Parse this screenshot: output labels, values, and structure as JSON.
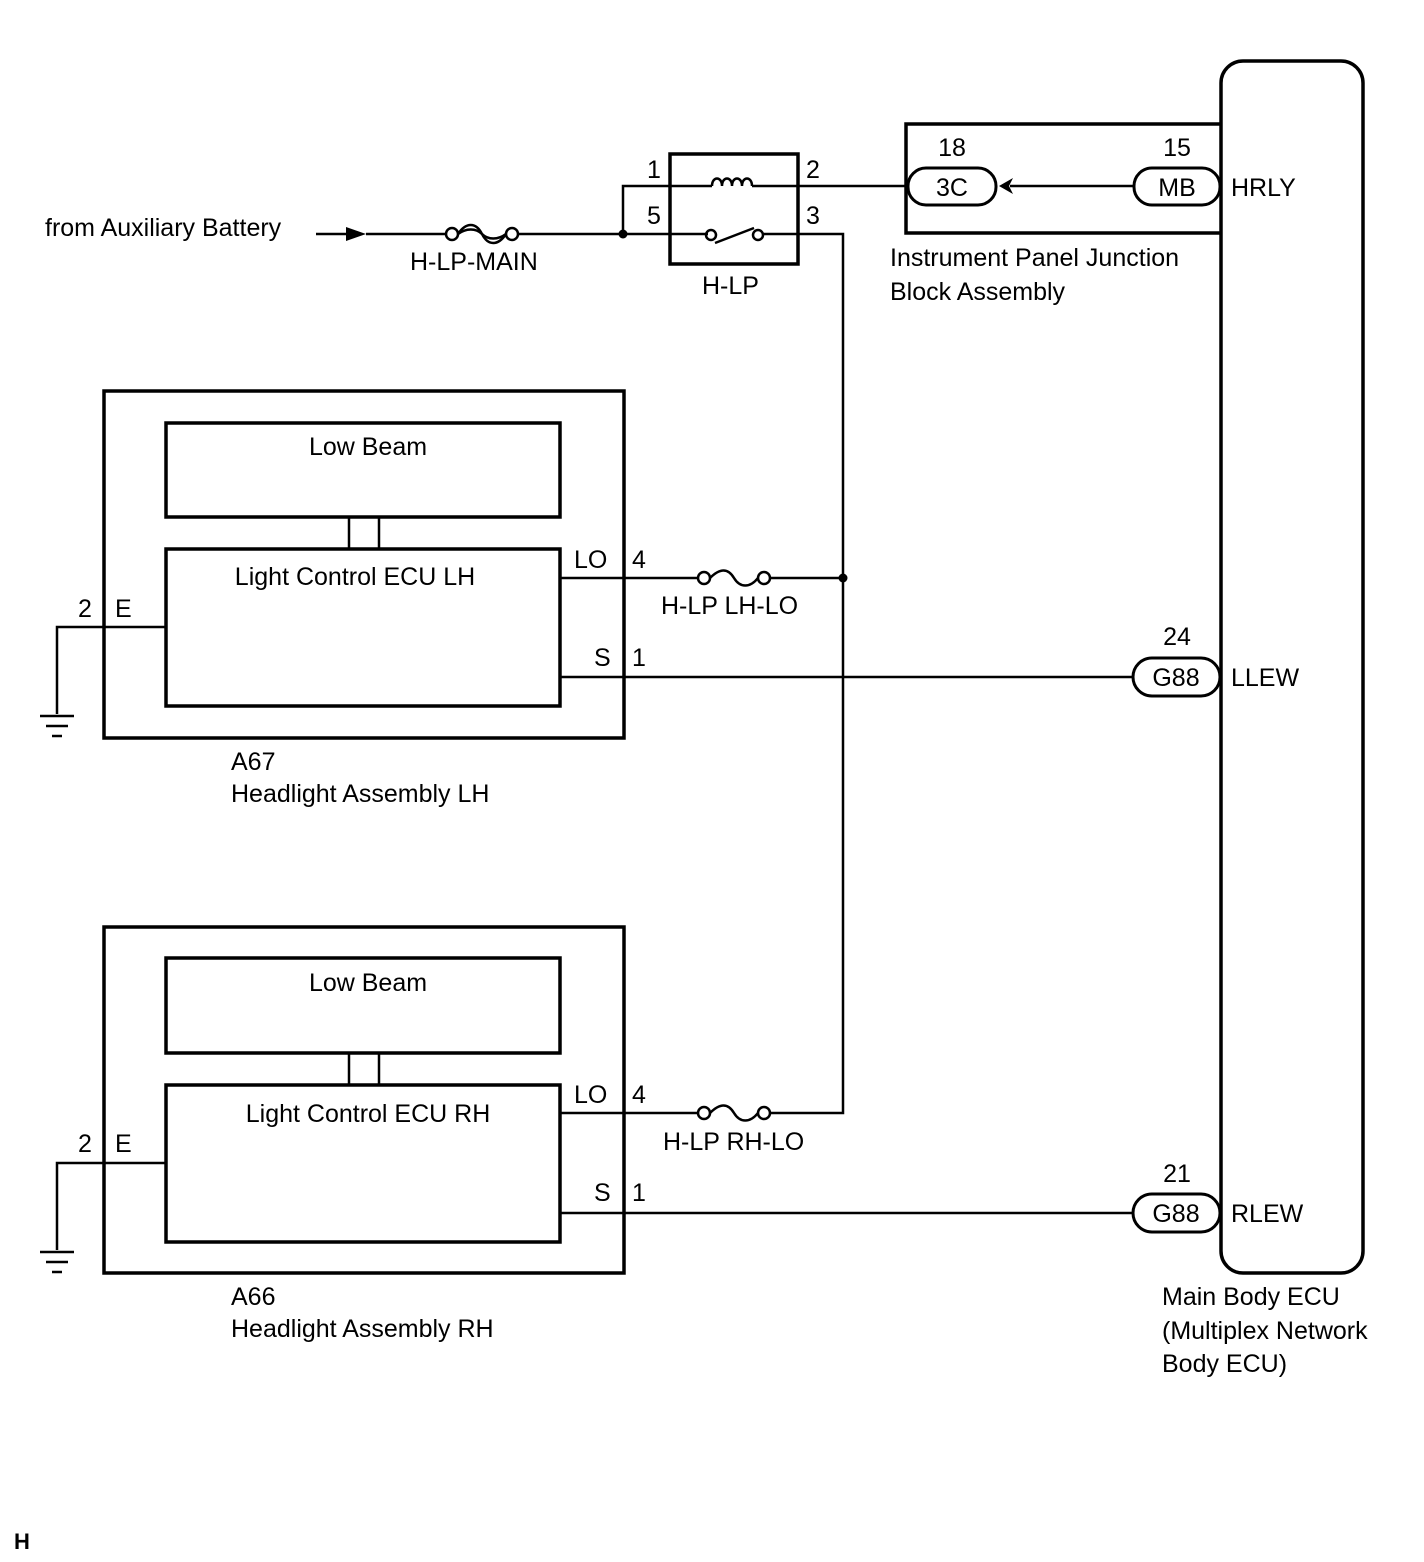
{
  "source": {
    "label": "from Auxiliary Battery"
  },
  "fuses": {
    "main": "H-LP-MAIN",
    "lh_lo": "H-LP LH-LO",
    "rh_lo": "H-LP RH-LO"
  },
  "relay": {
    "name": "H-LP",
    "pins": {
      "p1": "1",
      "p2": "2",
      "p3": "3",
      "p5": "5"
    }
  },
  "junction_block": {
    "name_line1": "Instrument Panel Junction",
    "name_line2": "Block Assembly",
    "connector_3c": {
      "label": "3C",
      "pin": "18"
    },
    "connector_mb": {
      "label": "MB",
      "pin": "15"
    }
  },
  "headlight_lh": {
    "code": "A67",
    "name": "Headlight Assembly LH",
    "beam": "Low Beam",
    "ecu": "Light Control ECU LH",
    "lo_term": "LO",
    "lo_pin": "4",
    "s_term": "S",
    "s_pin": "1",
    "e_term": "E",
    "e_pin": "2"
  },
  "headlight_rh": {
    "code": "A66",
    "name": "Headlight Assembly RH",
    "beam": "Low Beam",
    "ecu": "Light Control ECU RH",
    "lo_term": "LO",
    "lo_pin": "4",
    "s_term": "S",
    "s_pin": "1",
    "e_term": "E",
    "e_pin": "2"
  },
  "main_body_ecu": {
    "line1": "Main Body ECU",
    "line2": "(Multiplex Network",
    "line3": "Body ECU)",
    "hrly": "HRLY",
    "llew": {
      "term": "LLEW",
      "connector": "G88",
      "pin": "24"
    },
    "rlew": {
      "term": "RLEW",
      "connector": "G88",
      "pin": "21"
    }
  },
  "corner_mark": "H"
}
